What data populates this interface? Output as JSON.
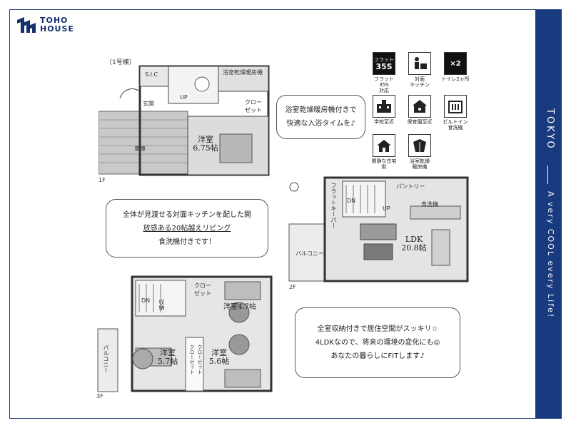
{
  "brand": {
    "line1": "TOHO",
    "line2": "HOUSE"
  },
  "sidebar": {
    "city": "TOKYO",
    "tagline": "A very COOL every Life!"
  },
  "plan_1f": {
    "building": "（1号棟）",
    "floor": "1F",
    "rooms": {
      "sic": "S.I.C",
      "entrance": "玄関",
      "up": "UP",
      "bathroom_dryer": "浴室乾燥暖房機",
      "closet": "クローゼット",
      "garage": "車庫",
      "western_room": "洋室",
      "western_size": "6.75帖"
    }
  },
  "plan_2f": {
    "floor": "2F",
    "rooms": {
      "flat_keeper": "フラットキーパー",
      "dn": "DN",
      "up": "UP",
      "dishwasher": "食洗機",
      "balcony": "バルコニー",
      "ldk": "LDK",
      "ldk_size": "20.8帖",
      "pantry": "パントリー"
    }
  },
  "plan_3f": {
    "floor": "3F",
    "rooms": {
      "closet": "クローゼット",
      "dn": "DN",
      "storage": "収納",
      "western_a": "洋室",
      "western_a_size": "4.7帖",
      "western_b": "洋室",
      "western_b_size": "5.7帖",
      "western_c": "洋室",
      "western_c_size": "5.6帖",
      "balcony": "バルコニー",
      "closet_b": "クローゼット",
      "closet_c": "クローゼット"
    }
  },
  "bubbles": {
    "bath": [
      "浴室乾燥暖房機付きで",
      "快適な入浴タイムを♪"
    ],
    "kitchen": [
      "全体が見渡せる対面キッチンを配した開",
      "放感ある20帖越えリビング",
      "食洗機付きです！"
    ],
    "storage": [
      "全室収納付きで居住空間がスッキリ☆",
      "4LDKなので、将来の環境の変化にも◎",
      "あなたの暮らしにFITします♪"
    ]
  },
  "icons": [
    {
      "name": "flat35s-icon",
      "text": "フラット\n35S",
      "caption": "フラット35S\n対応"
    },
    {
      "name": "face-kitchen-icon",
      "caption": "対面\nキッチン"
    },
    {
      "name": "toilet-two-icon",
      "text": "×2",
      "caption": "トイレ2ヵ所"
    },
    {
      "name": "school-icon",
      "caption": "学校至近"
    },
    {
      "name": "nursery-icon",
      "caption": "保育園至近"
    },
    {
      "name": "dishwasher-icon",
      "caption": "ビルトイン\n食洗機"
    },
    {
      "name": "quiet-house-icon",
      "caption": "閑静な住宅街"
    },
    {
      "name": "bath-dryer-icon",
      "caption": "浴室乾燥\n暖房機"
    }
  ],
  "colors": {
    "brand_navy": "#183a7e",
    "plan_gray": "#d8d8d8"
  }
}
